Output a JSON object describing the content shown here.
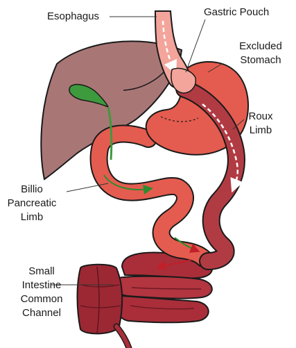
{
  "diagram": {
    "labels": {
      "esophagus": "Esophagus",
      "gastric_pouch": "Gastric Pouch",
      "excluded_stomach_1": "Excluded",
      "excluded_stomach_2": "Stomach",
      "roux_1": "Roux",
      "roux_2": "Limb",
      "bp_1": "Billio",
      "bp_2": "Pancreatic",
      "bp_3": "Limb",
      "si_1": "Small",
      "si_2": "Intestine",
      "si_3": "Common",
      "si_4": "Channel"
    },
    "colors": {
      "liver": "#a97676",
      "liver_dark": "#8a5b5b",
      "stomach": "#e45c4f",
      "pouch": "#f3a59c",
      "roux": "#b13b43",
      "bowel": "#a92e39",
      "bowel_dark": "#7a1e27",
      "bile": "#3d9a3d",
      "outline": "#1a1a1a"
    }
  }
}
